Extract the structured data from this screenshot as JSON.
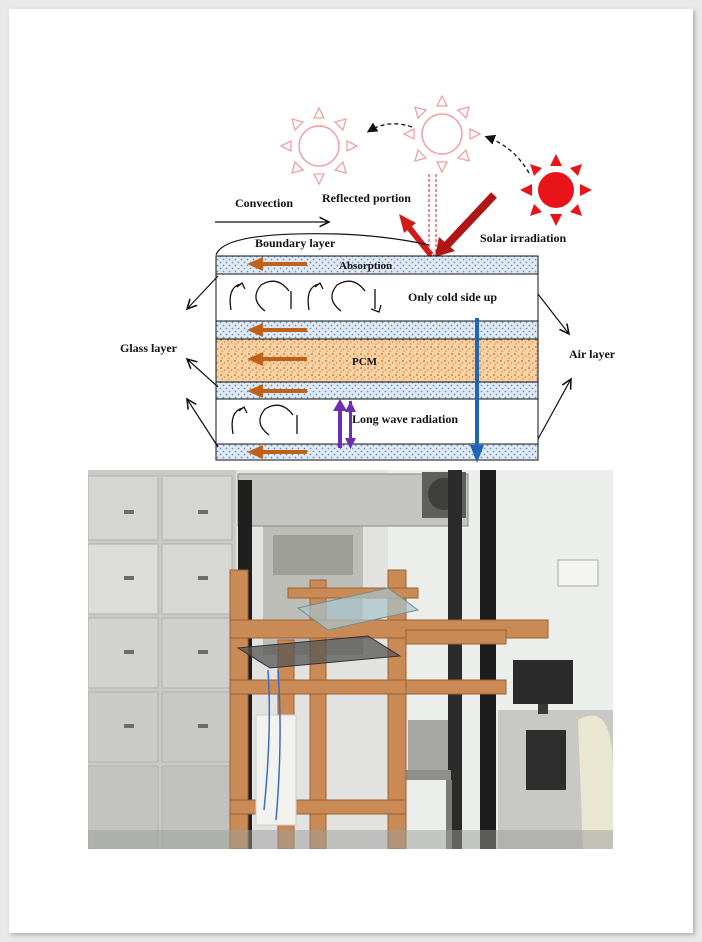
{
  "labels": {
    "convection": "Convection",
    "reflected_portion": "Reflected portion",
    "solar_irradiation": "Solar irradiation",
    "boundary_layer": "Boundary layer",
    "absorption": "Absorption",
    "only_cold_side_up": "Only cold side up",
    "glass_layer": "Glass layer",
    "air_layer": "Air layer",
    "pcm": "PCM",
    "long_wave_radiation": "Long wave radiation"
  },
  "colors": {
    "sun_active": "#e8141a",
    "sun_faded": "#f0a0a0",
    "reflected_arrow": "#d11c1c",
    "incident_arrow": "#b01616",
    "flow_arrow": "#c0611a",
    "transmission_arrow": "#1f66b8",
    "radiation_arrow": "#6a2fb0",
    "glass_fill": "#dce9f5",
    "pcm_fill": "#f6cf9e"
  },
  "photo": {
    "alt": "experimental test rig"
  }
}
